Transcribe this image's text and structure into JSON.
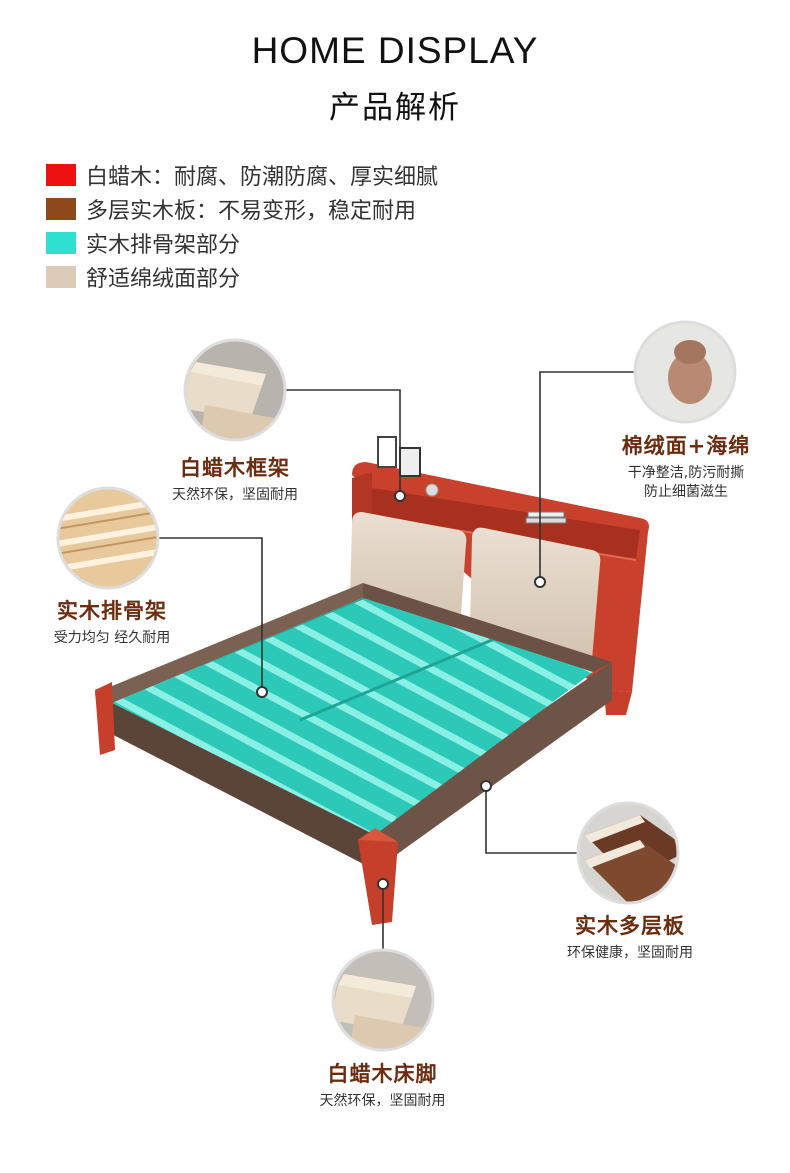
{
  "header": {
    "title_en": "HOME DISPLAY",
    "title_cn": "产品解析"
  },
  "legend": [
    {
      "color": "#ee1111",
      "text": "白蜡木：耐腐、防潮防腐、厚实细腻"
    },
    {
      "color": "#8c4a1c",
      "text": "多层实木板：不易变形，稳定耐用"
    },
    {
      "color": "#2de0cf",
      "text": "实木排骨架部分"
    },
    {
      "color": "#dccbb8",
      "text": "舒适绵绒面部分"
    }
  ],
  "callouts": {
    "frame": {
      "name": "白蜡木框架",
      "desc": "天然环保，坚固耐用"
    },
    "slats": {
      "name": "实木排骨架",
      "desc": "受力均匀 经久耐用"
    },
    "cushion": {
      "name": "棉绒面+海绵",
      "desc1": "干净整洁,防污耐撕",
      "desc2": "防止细菌滋生"
    },
    "board": {
      "name": "实木多层板",
      "desc": "环保健康，坚固耐用"
    },
    "leg": {
      "name": "白蜡木床脚",
      "desc": "天然环保，坚固耐用"
    }
  }
}
